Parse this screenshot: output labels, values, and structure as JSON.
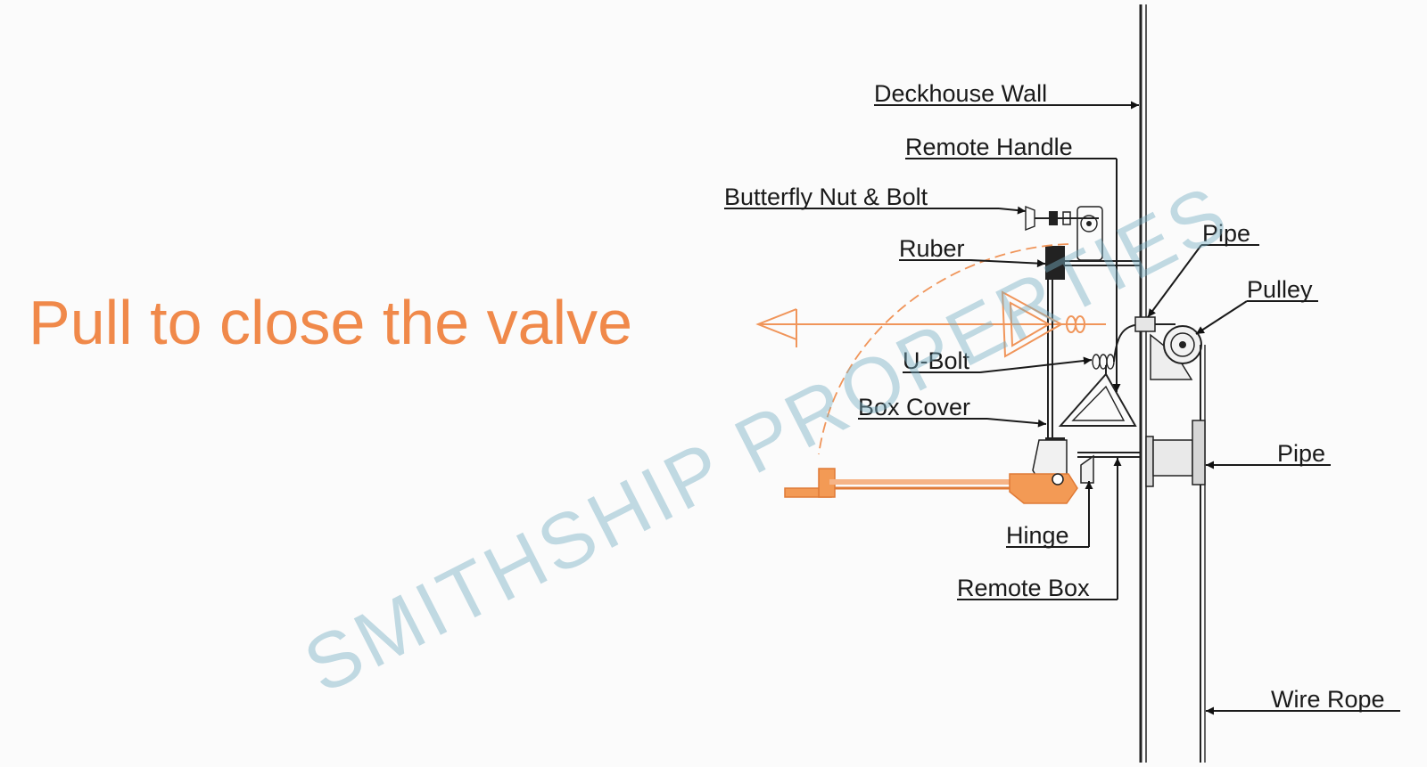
{
  "title": "Pull to close the valve",
  "watermark": "SMITHSHIP PROPERTIES",
  "labels": {
    "deckhouse_wall": "Deckhouse Wall",
    "remote_handle": "Remote Handle",
    "butterfly_nut_bolt": "Butterfly Nut & Bolt",
    "ruber": "Ruber",
    "pipe_top": "Pipe",
    "pulley": "Pulley",
    "u_bolt": "U-Bolt",
    "box_cover": "Box Cover",
    "pipe_bottom": "Pipe",
    "hinge": "Hinge",
    "remote_box": "Remote Box",
    "wire_rope": "Wire Rope"
  },
  "colors": {
    "accent": "#f0894a",
    "line": "#222222",
    "watermark": "#78afc3"
  }
}
